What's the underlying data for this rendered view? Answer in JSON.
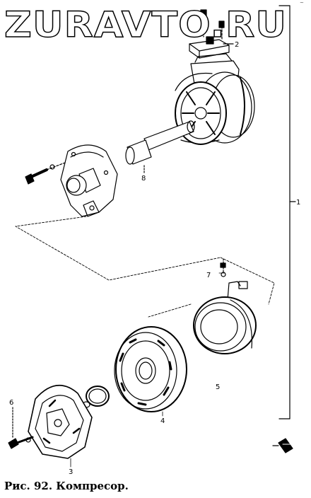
{
  "watermark": {
    "text": "ZURAVTO.RU"
  },
  "corner_mark": "~",
  "labels": {
    "assembly": "1",
    "bracket": "2",
    "front_plate": "3",
    "pulley": "4",
    "coil": "5",
    "bolt": "6",
    "screw": "7",
    "shaft": "8"
  },
  "caption": "Рис. 92. Компресор.",
  "colors": {
    "ink": "#000000",
    "background": "#ffffff"
  }
}
